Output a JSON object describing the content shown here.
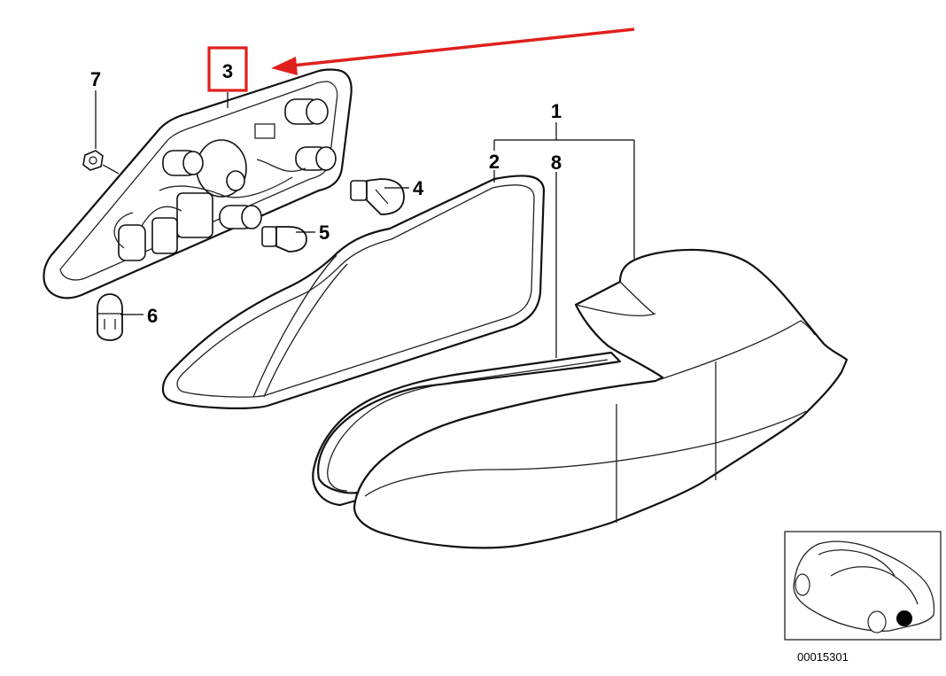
{
  "diagram": {
    "callouts": {
      "housing": "3",
      "assembly": "1",
      "gasket": "2",
      "lens": "8",
      "bulb_large": "4",
      "bulb_small": "5",
      "bulb_marker": "6",
      "nut": "7"
    },
    "drawing_number": "00015301",
    "highlight_color": "#e0201c"
  }
}
